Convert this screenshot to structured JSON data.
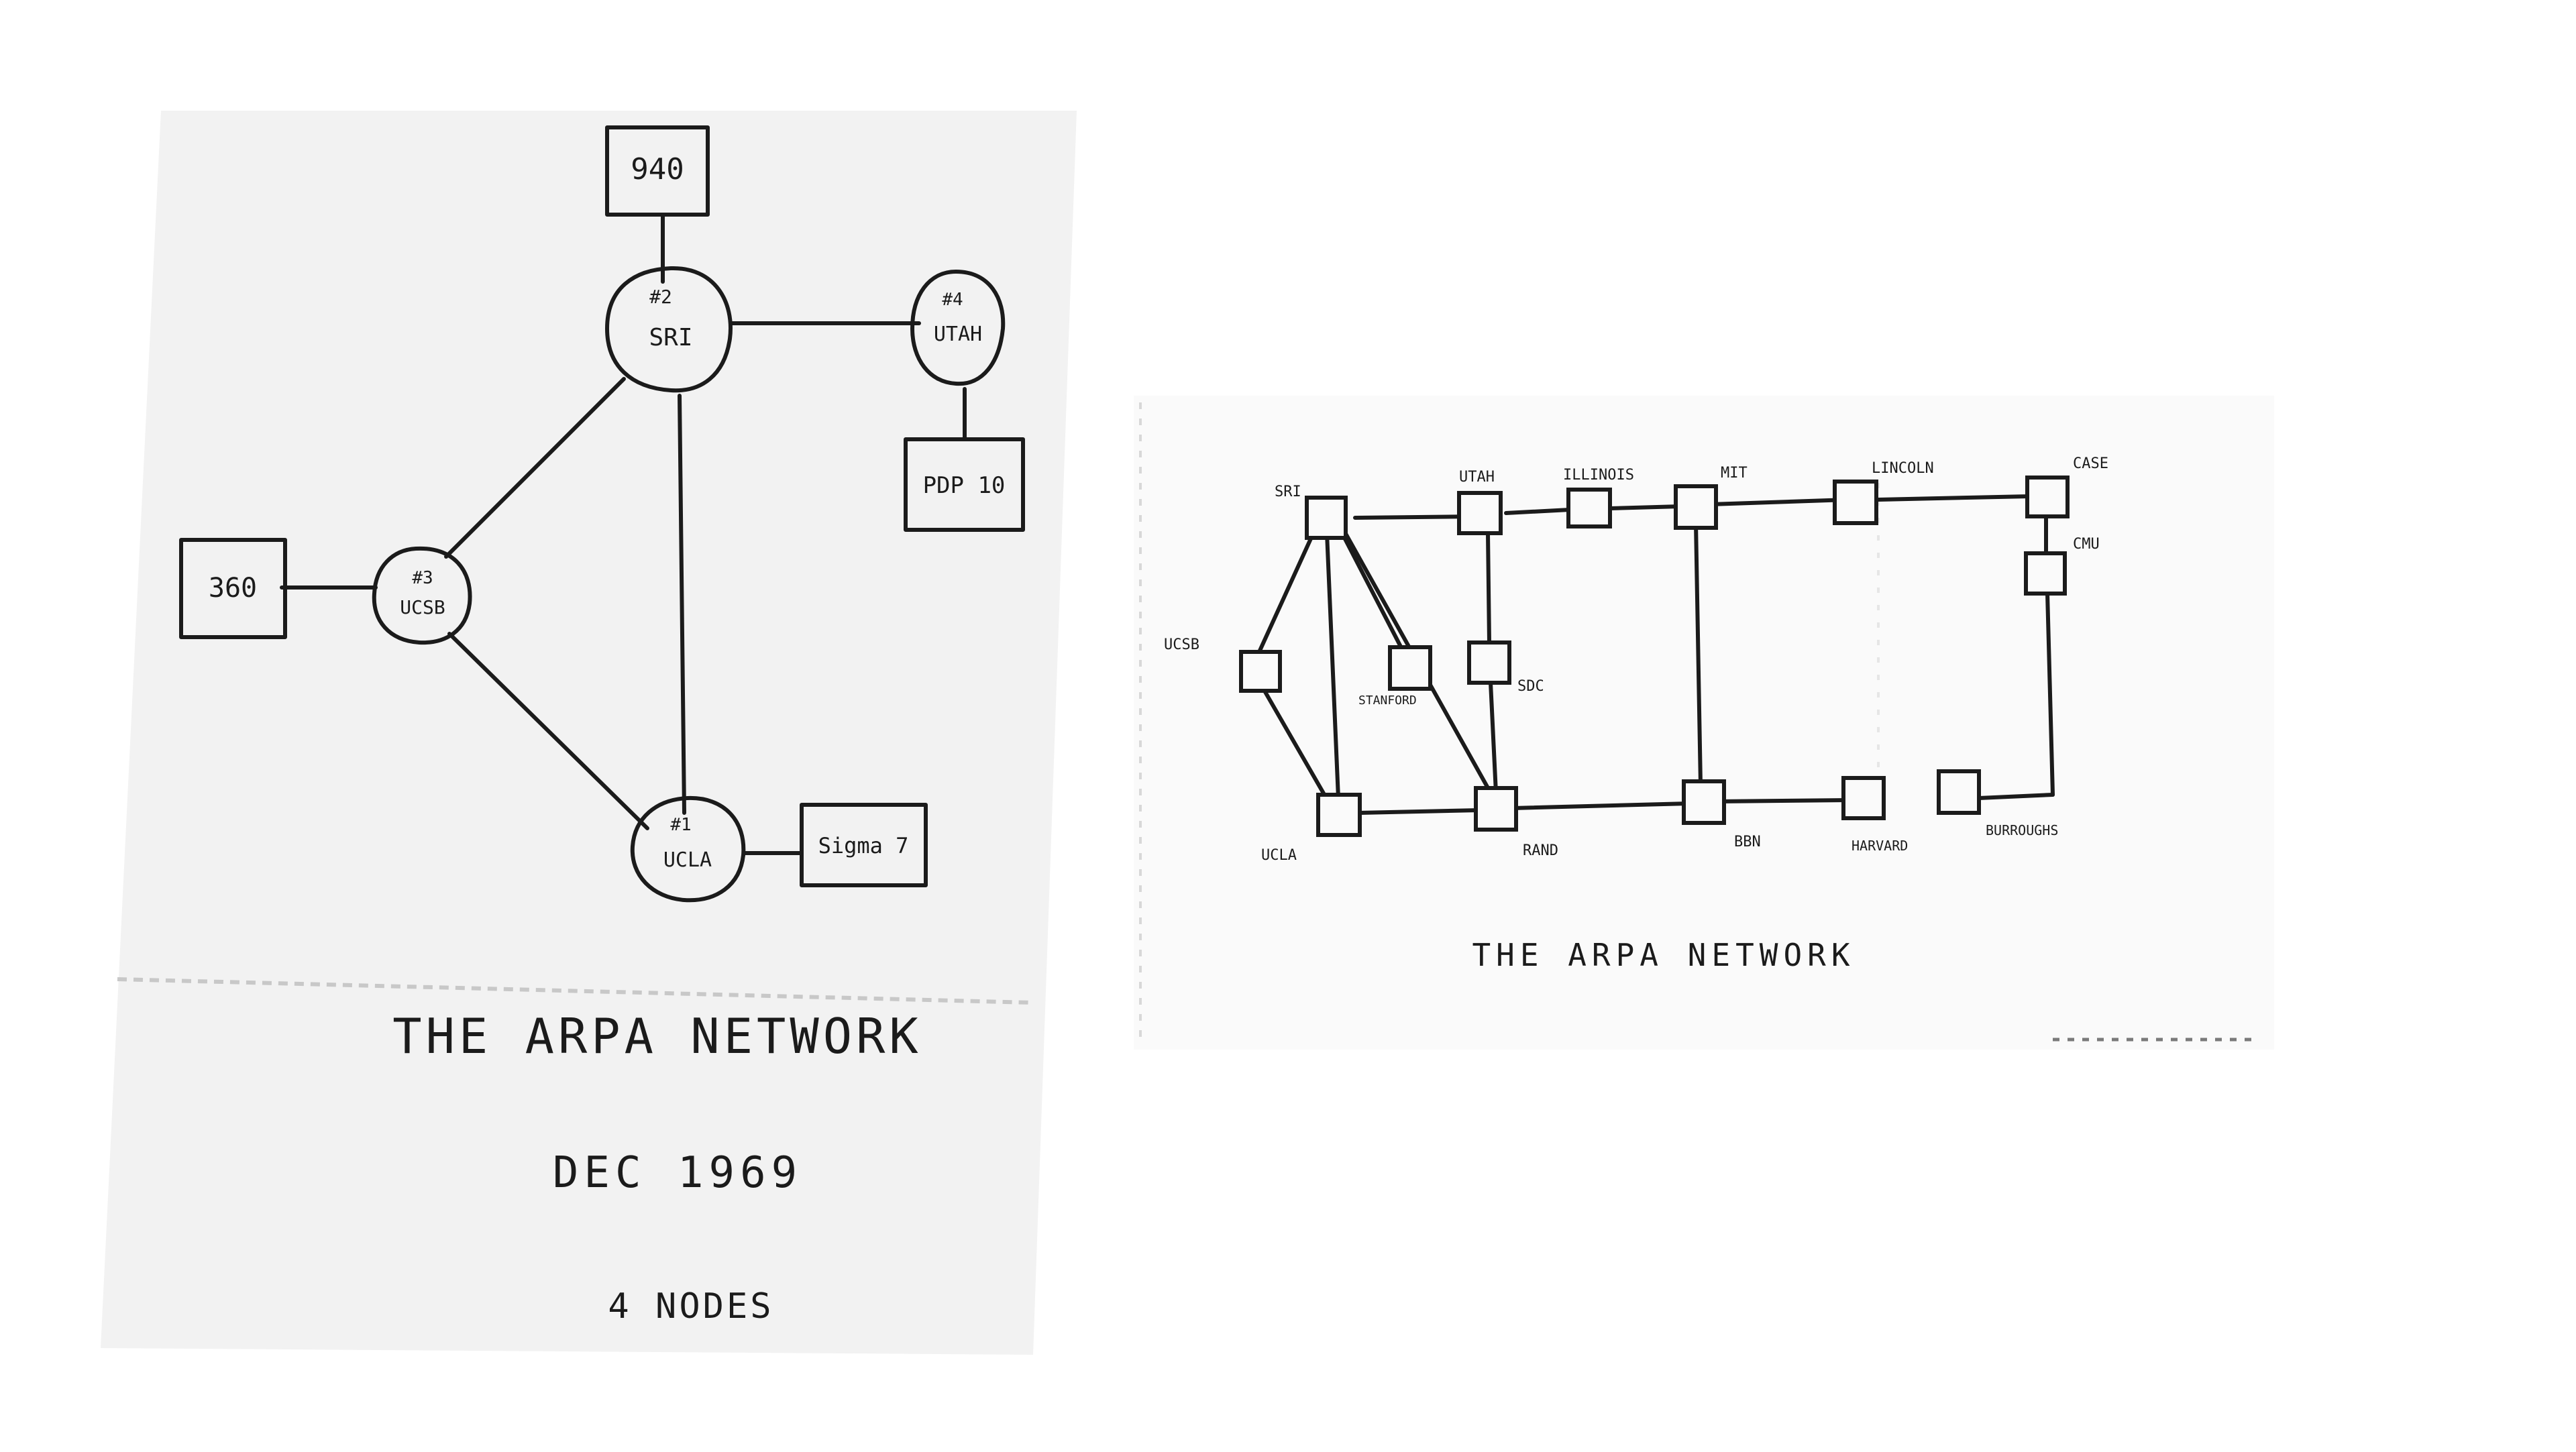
{
  "left_sketch": {
    "title": "THE ARPA NETWORK",
    "date": "DEC 1969",
    "caption": "4 NODES",
    "hosts": [
      {
        "id": "host-940",
        "label": "940"
      },
      {
        "id": "host-pdp10",
        "label": "PDP 10"
      },
      {
        "id": "host-360",
        "label": "360"
      },
      {
        "id": "host-sigma7",
        "label": "Sigma 7"
      }
    ],
    "imps": [
      {
        "id": "imp-sri",
        "number": "#2",
        "label": "SRI"
      },
      {
        "id": "imp-utah",
        "number": "#4",
        "label": "UTAH"
      },
      {
        "id": "imp-ucsb",
        "number": "#3",
        "label": "UCSB"
      },
      {
        "id": "imp-ucla",
        "number": "#1",
        "label": "UCLA"
      }
    ]
  },
  "right_sketch": {
    "title": "THE ARPA NETWORK",
    "nodes": [
      {
        "id": "sri",
        "label": "SRI"
      },
      {
        "id": "utah",
        "label": "UTAH"
      },
      {
        "id": "illinois",
        "label": "ILLINOIS"
      },
      {
        "id": "mit",
        "label": "MIT"
      },
      {
        "id": "lincoln",
        "label": "LINCOLN"
      },
      {
        "id": "case",
        "label": "CASE"
      },
      {
        "id": "cmu",
        "label": "CMU"
      },
      {
        "id": "ucsb",
        "label": "UCSB"
      },
      {
        "id": "stanford",
        "label": "STANFORD"
      },
      {
        "id": "sdc",
        "label": "SDC"
      },
      {
        "id": "ucla",
        "label": "UCLA"
      },
      {
        "id": "rand",
        "label": "RAND"
      },
      {
        "id": "bbn",
        "label": "BBN"
      },
      {
        "id": "harvard",
        "label": "HARVARD"
      },
      {
        "id": "burroughs",
        "label": "BURROUGHS"
      }
    ]
  }
}
